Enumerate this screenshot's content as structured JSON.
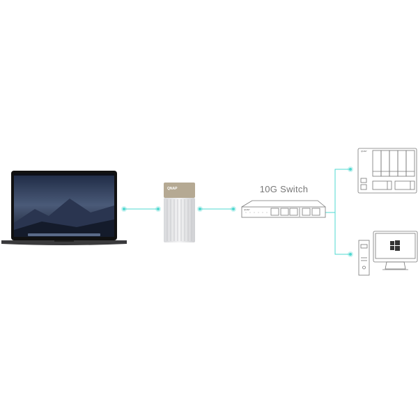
{
  "diagram": {
    "switch_label": "10G Switch",
    "adapter_brand": "QNAP",
    "switch_brand": "QNAP",
    "nas_brand": "QNAP",
    "link_color": "#4fd8d0"
  },
  "nodes": [
    "laptop",
    "thunderbolt-10gbe-adapter",
    "10g-switch",
    "nas",
    "windows-pc"
  ]
}
